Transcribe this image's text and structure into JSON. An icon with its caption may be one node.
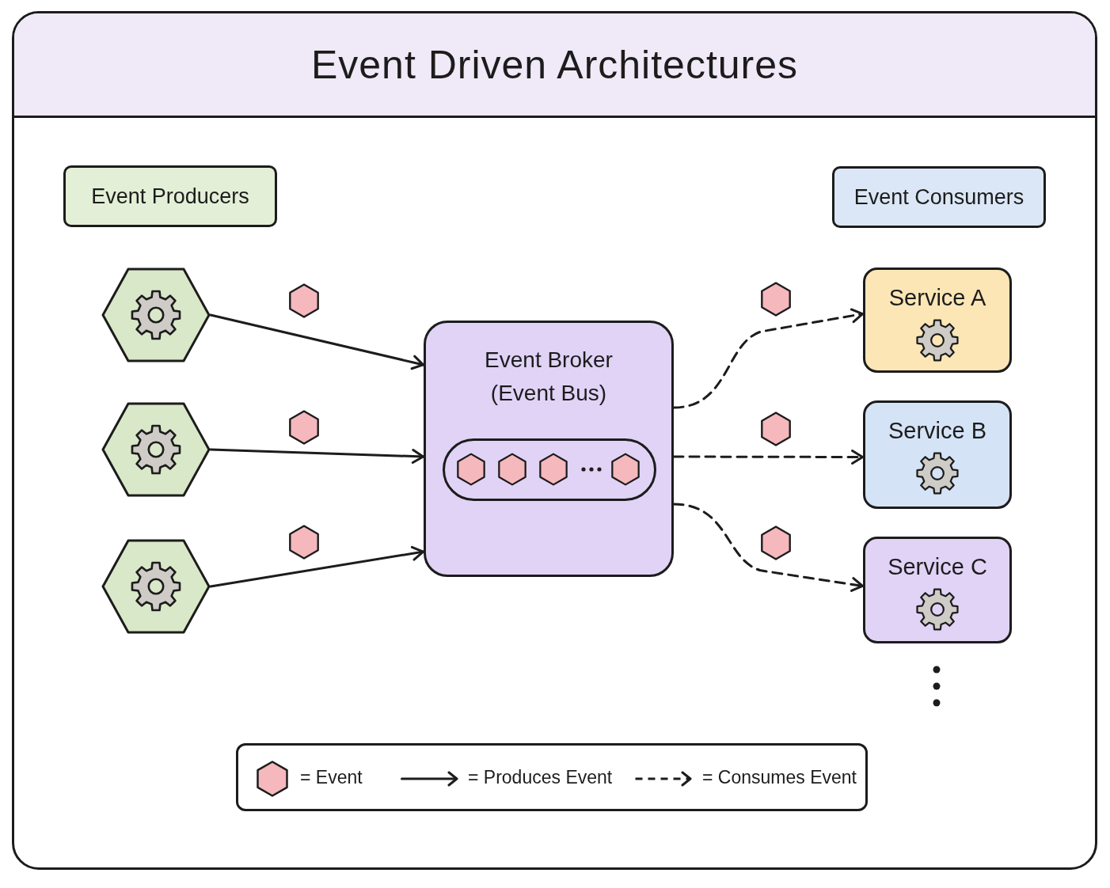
{
  "diagram": {
    "title": "Event Driven Architectures",
    "nodes": [
      {
        "text": [
          "Event Producers"
        ]
      },
      {
        "text": [
          "Event Consumers"
        ]
      },
      {
        "text": [],
        "shape": "hexagon"
      },
      {
        "text": [],
        "shape": "hexagon"
      },
      {
        "text": [],
        "shape": "hexagon"
      },
      {
        "text": [
          "Event Broker (Event Bus)"
        ]
      },
      {
        "text": [],
        "shape": "box",
        "in": 5
      },
      {
        "text": [
          "Service A"
        ]
      },
      {
        "text": [
          "Service B"
        ]
      },
      {
        "text": [
          "Service C"
        ]
      }
    ],
    "edges": [
      {
        "from": 2,
        "to": 5,
        "arrow": "to"
      },
      {
        "from": 3,
        "to": 5,
        "arrow": "to"
      },
      {
        "from": 4,
        "to": 5,
        "arrow": "to"
      },
      {
        "from": 5,
        "to": 7,
        "arrow": "to",
        "style": "dashed"
      },
      {
        "from": 5,
        "to": 8,
        "arrow": "to",
        "style": "dashed"
      },
      {
        "from": 5,
        "to": 9,
        "arrow": "to",
        "style": "dashed"
      }
    ],
    "legend": [
      {
        "text": "= Event"
      },
      {
        "text": "= Produces Event"
      },
      {
        "text": "= Consumes Event"
      }
    ]
  }
}
